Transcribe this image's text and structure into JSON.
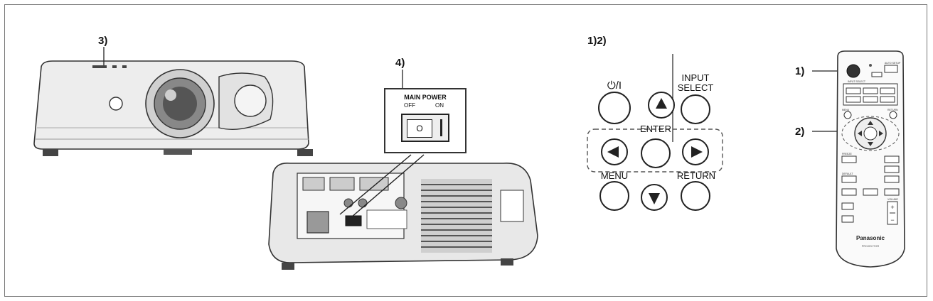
{
  "callouts": {
    "projector_front": "3)",
    "main_power": "4)",
    "control_panel": "1)2)",
    "remote_power": "1)",
    "remote_cursor": "2)"
  },
  "main_power_switch": {
    "title": "MAIN POWER",
    "off": "OFF",
    "on": "ON"
  },
  "control_panel": {
    "power_glyph": "⏻/I",
    "input_select_line1": "INPUT",
    "input_select_line2": "SELECT",
    "enter": "ENTER",
    "menu": "MENU",
    "return": "RETURN"
  },
  "remote": {
    "brand": "Panasonic",
    "menu": "MENU",
    "return": "RETURN",
    "auto_setup": "AUTO SETUP",
    "input_select": "INPUT SELECT",
    "freeze": "FREEZE",
    "default": "DEFAULT",
    "volume": "VOLUME",
    "projector": "PROJECTOR"
  }
}
